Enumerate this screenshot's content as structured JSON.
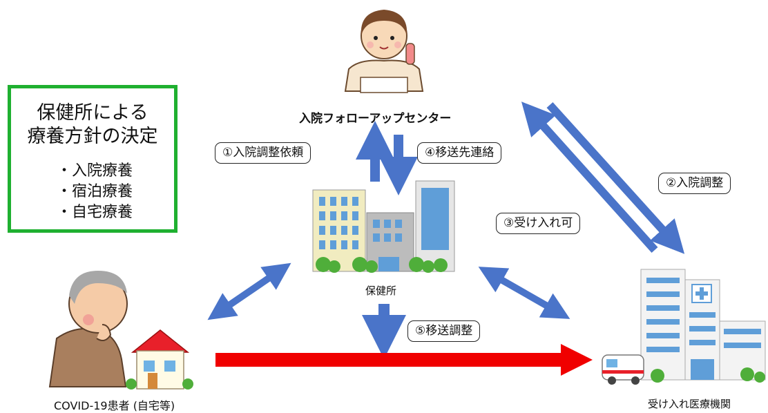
{
  "policy": {
    "line1": "保健所による",
    "line2": "療養方針の決定",
    "items": [
      "・入院療養",
      "・宿泊療養",
      "・自宅療養"
    ]
  },
  "nodes": {
    "center": "入院フォローアップセンター",
    "health_center": "保健所",
    "patient": "COVID-19患者 (自宅等)",
    "hospital": "受け入れ医療機関"
  },
  "steps": {
    "s1": "①入院調整依頼",
    "s2": "②入院調整",
    "s3": "③受け入れ可",
    "s4": "④移送先連絡",
    "s5": "⑤移送調整"
  },
  "colors": {
    "policy_border": "#1fb030",
    "arrow_blue": "#4a74c9",
    "arrow_red": "#f00000"
  }
}
